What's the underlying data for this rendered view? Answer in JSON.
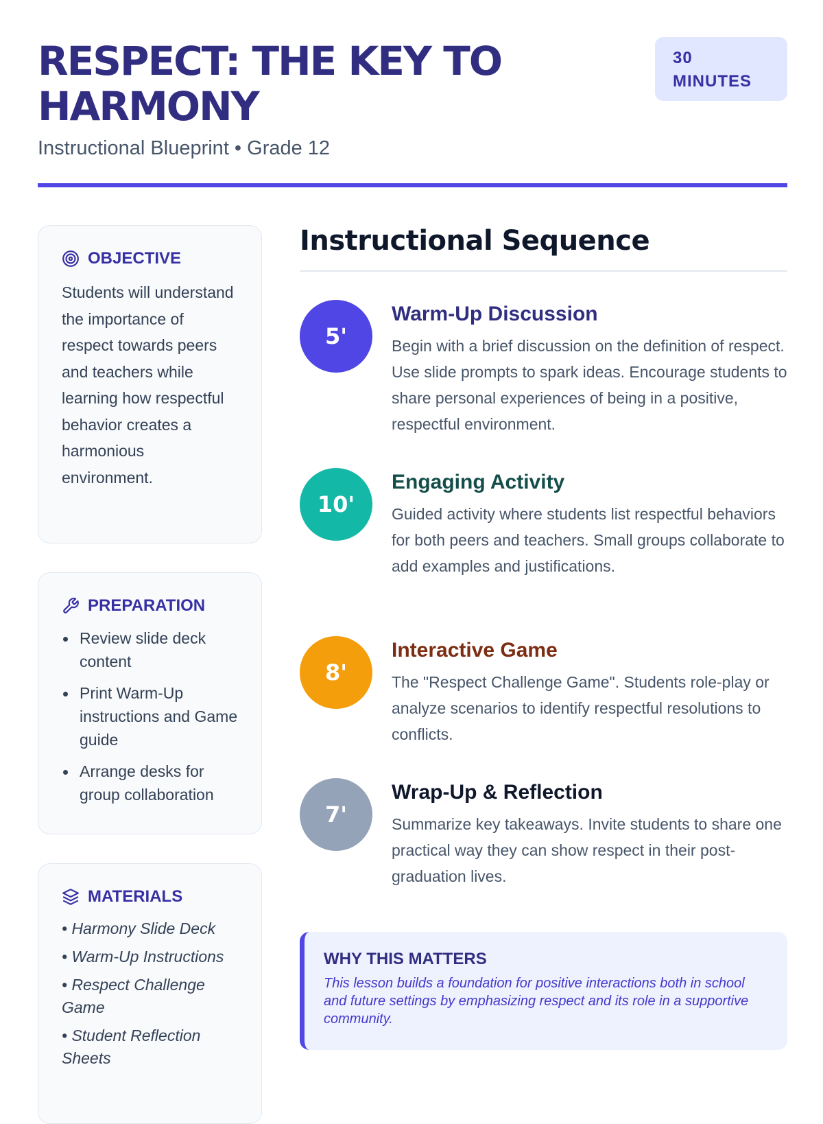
{
  "header": {
    "title": "RESPECT: THE KEY TO HARMONY",
    "subtitle": "Instructional Blueprint • Grade 12",
    "duration": "30 MINUTES"
  },
  "objective": {
    "title": "OBJECTIVE",
    "text": "Students will understand the importance of respect towards peers and teachers while learning how respectful behavior creates a harmonious environment."
  },
  "preparation": {
    "title": "PREPARATION",
    "items": [
      "Review slide deck content",
      "Print Warm-Up instructions and Game guide",
      "Arrange desks for group collaboration"
    ]
  },
  "materials": {
    "title": "MATERIALS",
    "items": [
      "• Harmony Slide Deck",
      "• Warm-Up Instructions",
      "• Respect Challenge Game",
      "• Student Reflection Sheets"
    ]
  },
  "sequence": {
    "title": "Instructional Sequence",
    "steps": [
      {
        "time": "5'",
        "title": "Warm-Up Discussion",
        "text": "Begin with a brief discussion on the definition of respect. Use slide prompts to spark ideas. Encourage students to share personal experiences of being in a positive, respectful environment.",
        "color": "#4f46e5",
        "title_color": "#312e81"
      },
      {
        "time": "10'",
        "title": "Engaging Activity",
        "text": "Guided activity where students list respectful behaviors for both peers and teachers. Small groups collaborate to add examples and justifications.",
        "color": "#14b8a6",
        "title_color": "#134e4a"
      },
      {
        "time": "8'",
        "title": "Interactive Game",
        "text": "The \"Respect Challenge Game\". Students role-play or analyze scenarios to identify respectful resolutions to conflicts.",
        "color": "#f59e0b",
        "title_color": "#7c2d12"
      },
      {
        "time": "7'",
        "title": "Wrap-Up & Reflection",
        "text": "Summarize key takeaways. Invite students to share one practical way they can show respect in their post-graduation lives.",
        "color": "#94a3b8",
        "title_color": "#0f172a"
      }
    ]
  },
  "why": {
    "title": "WHY THIS MATTERS",
    "text": "This lesson builds a foundation for positive interactions both in school and future settings by emphasizing respect and its role in a supportive community."
  }
}
